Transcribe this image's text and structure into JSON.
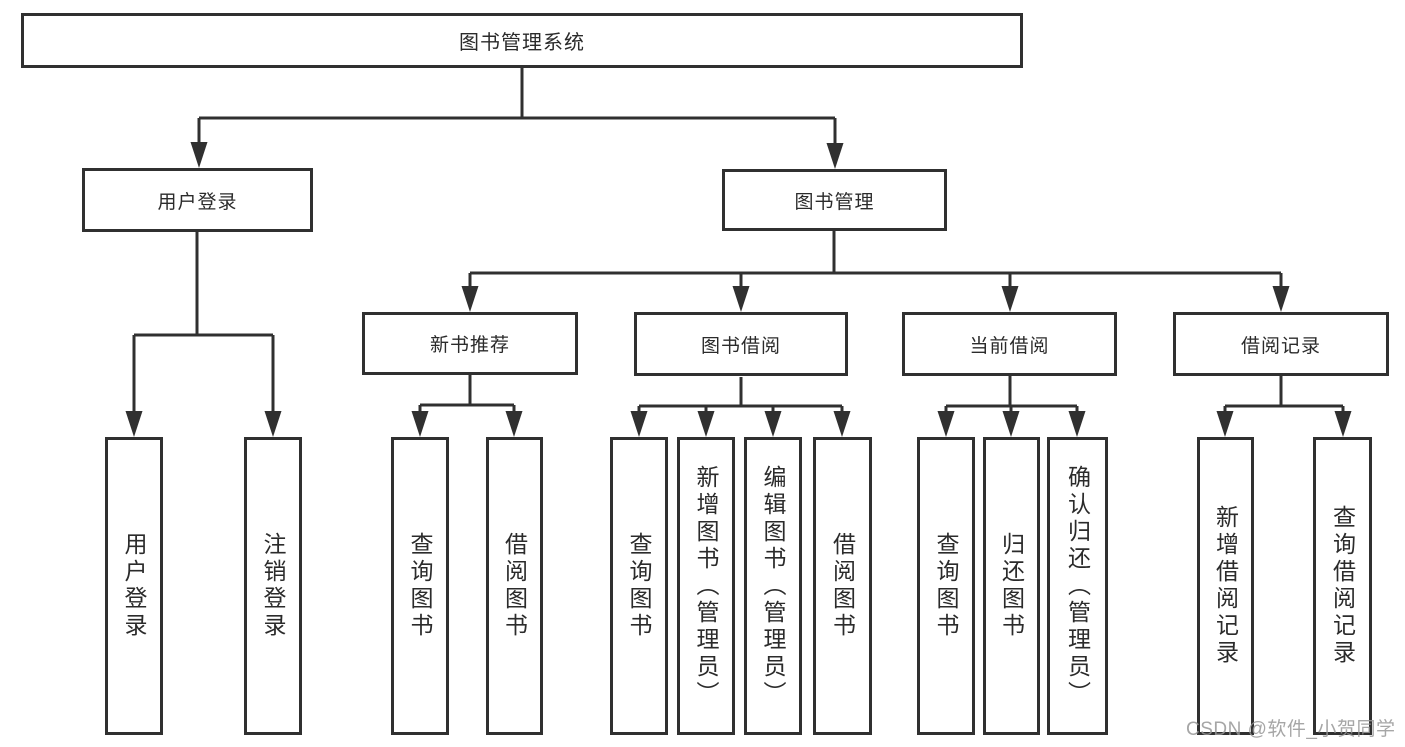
{
  "tree": {
    "label": "图书管理系统",
    "children": [
      {
        "label": "用户登录",
        "children": [
          {
            "label": "用户登录"
          },
          {
            "label": "注销登录"
          }
        ]
      },
      {
        "label": "图书管理",
        "children": [
          {
            "label": "新书推荐",
            "children": [
              {
                "label": "查询图书"
              },
              {
                "label": "借阅图书"
              }
            ]
          },
          {
            "label": "图书借阅",
            "children": [
              {
                "label": "查询图书"
              },
              {
                "label": "新增图书（管理员）"
              },
              {
                "label": "编辑图书（管理员）"
              },
              {
                "label": "借阅图书"
              }
            ]
          },
          {
            "label": "当前借阅",
            "children": [
              {
                "label": "查询图书"
              },
              {
                "label": "归还图书"
              },
              {
                "label": "确认归还（管理员）"
              }
            ]
          },
          {
            "label": "借阅记录",
            "children": [
              {
                "label": "新增借阅记录"
              },
              {
                "label": "查询借阅记录"
              }
            ]
          }
        ]
      }
    ]
  },
  "watermark": "CSDN @软件_小贺同学",
  "colors": {
    "line": "#303030",
    "box_border": "#303030",
    "box_fill": "#ffffff",
    "text": "#2b2b2b",
    "watermark": "#969696",
    "background": "#ffffff"
  }
}
